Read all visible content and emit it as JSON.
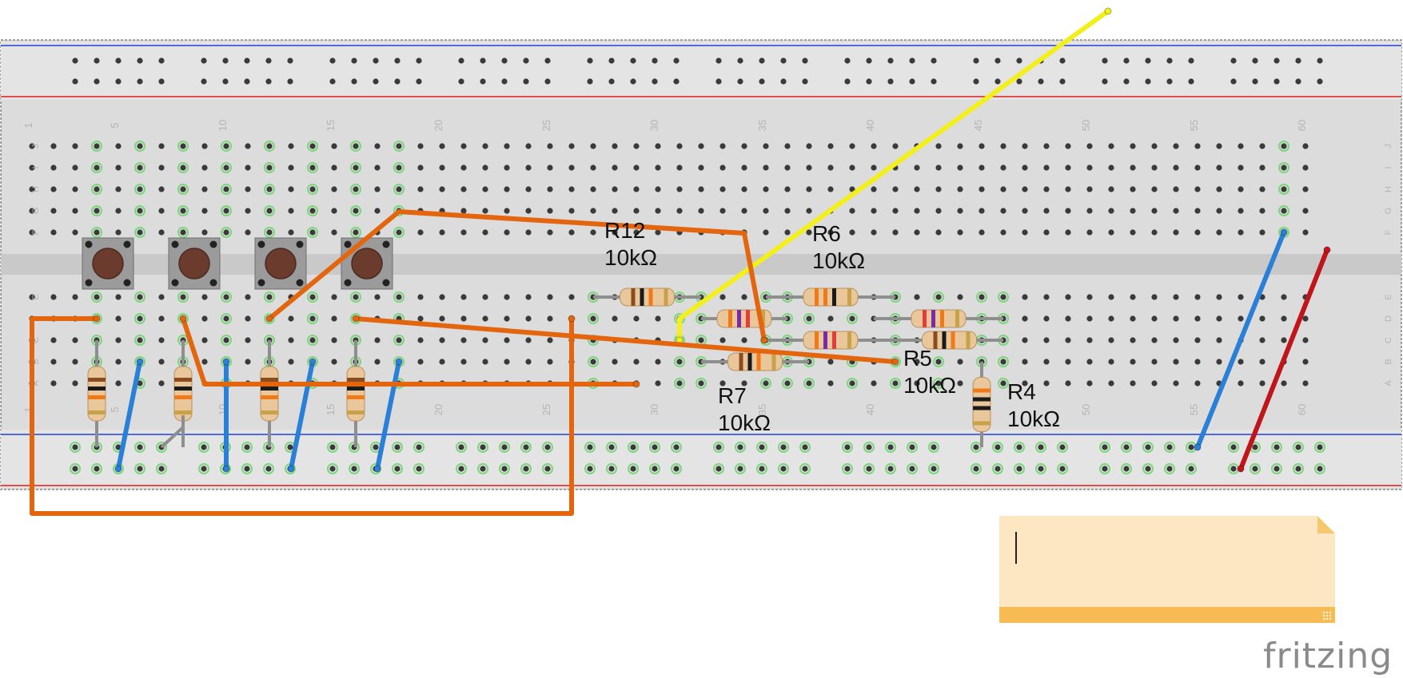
{
  "app": {
    "logo_text": "fritzing"
  },
  "breadboard": {
    "columns": 60,
    "row_letters_top": [
      "J",
      "I",
      "H",
      "G",
      "F"
    ],
    "row_letters_bottom": [
      "E",
      "D",
      "C",
      "B",
      "A"
    ],
    "column_numbers": [
      "1",
      "5",
      "10",
      "15",
      "20",
      "25",
      "30",
      "35",
      "40",
      "45",
      "50",
      "55",
      "60"
    ],
    "colors": {
      "board": "#dcdcdc",
      "rail_board": "#e4e4e4",
      "channel": "#c9c9c9",
      "hole": "#3a3a3a",
      "hole_connected": "#7cd67c",
      "rail_blue": "#2240d8",
      "rail_red": "#e11b1b",
      "label": "#b4b4b4"
    }
  },
  "buttons": [
    {
      "name": "pushbutton-1",
      "col": 4
    },
    {
      "name": "pushbutton-2",
      "col": 8
    },
    {
      "name": "pushbutton-3",
      "col": 12
    },
    {
      "name": "pushbutton-4",
      "col": 16
    }
  ],
  "resistors": [
    {
      "id": "R12",
      "value": "10kΩ",
      "bands": [
        "#8a4b1f",
        "#1b1b1b",
        "#f07a1a",
        "#c8a24a"
      ]
    },
    {
      "id": "R6",
      "value": "10kΩ",
      "bands": [
        "#f07a1a",
        "#f07a1a",
        "#1b1b1b",
        "#c8a24a"
      ]
    },
    {
      "id": "R7",
      "value": "10kΩ",
      "bands": [
        "#8a4b1f",
        "#1b1b1b",
        "#f07a1a",
        "#c8a24a"
      ]
    },
    {
      "id": "R5",
      "value": "10kΩ",
      "bands": [
        "#8a4b1f",
        "#1b1b1b",
        "#f07a1a",
        "#c8a24a"
      ]
    },
    {
      "id": "R4",
      "value": "10kΩ",
      "bands": [
        "#f07a1a",
        "#1b1b1b",
        "#1b1b1b",
        "#c8a24a"
      ]
    },
    {
      "id": "",
      "value": "",
      "bands": [
        "#e23c3c",
        "#7b2aa8",
        "#f07a1a",
        "#c8a24a"
      ]
    },
    {
      "id": "",
      "value": "",
      "bands": [
        "#f07a1a",
        "#7b2aa8",
        "#e23c3c",
        "#c8a24a"
      ]
    },
    {
      "id": "",
      "value": "",
      "bands": [
        "#f07a1a",
        "#7b2aa8",
        "#e23c3c",
        "#c8a24a"
      ]
    }
  ],
  "pulldown_resistors": [
    {
      "bands": [
        "#8a4b1f",
        "#1b1b1b",
        "#f07a1a",
        "#c8a24a"
      ]
    },
    {
      "bands": [
        "#8a4b1f",
        "#1b1b1b",
        "#f07a1a",
        "#c8a24a"
      ]
    },
    {
      "bands": [
        "#8a4b1f",
        "#1b1b1b",
        "#f07a1a",
        "#c8a24a"
      ]
    },
    {
      "bands": [
        "#8a4b1f",
        "#1b1b1b",
        "#f07a1a",
        "#c8a24a"
      ]
    }
  ],
  "wires": {
    "orange": "#e3660f",
    "blue": "#2a7fd6",
    "yellow": "#f2ef1a",
    "red": "#c0161b",
    "gray": "#8e8e8e"
  },
  "note": {
    "text": ""
  }
}
